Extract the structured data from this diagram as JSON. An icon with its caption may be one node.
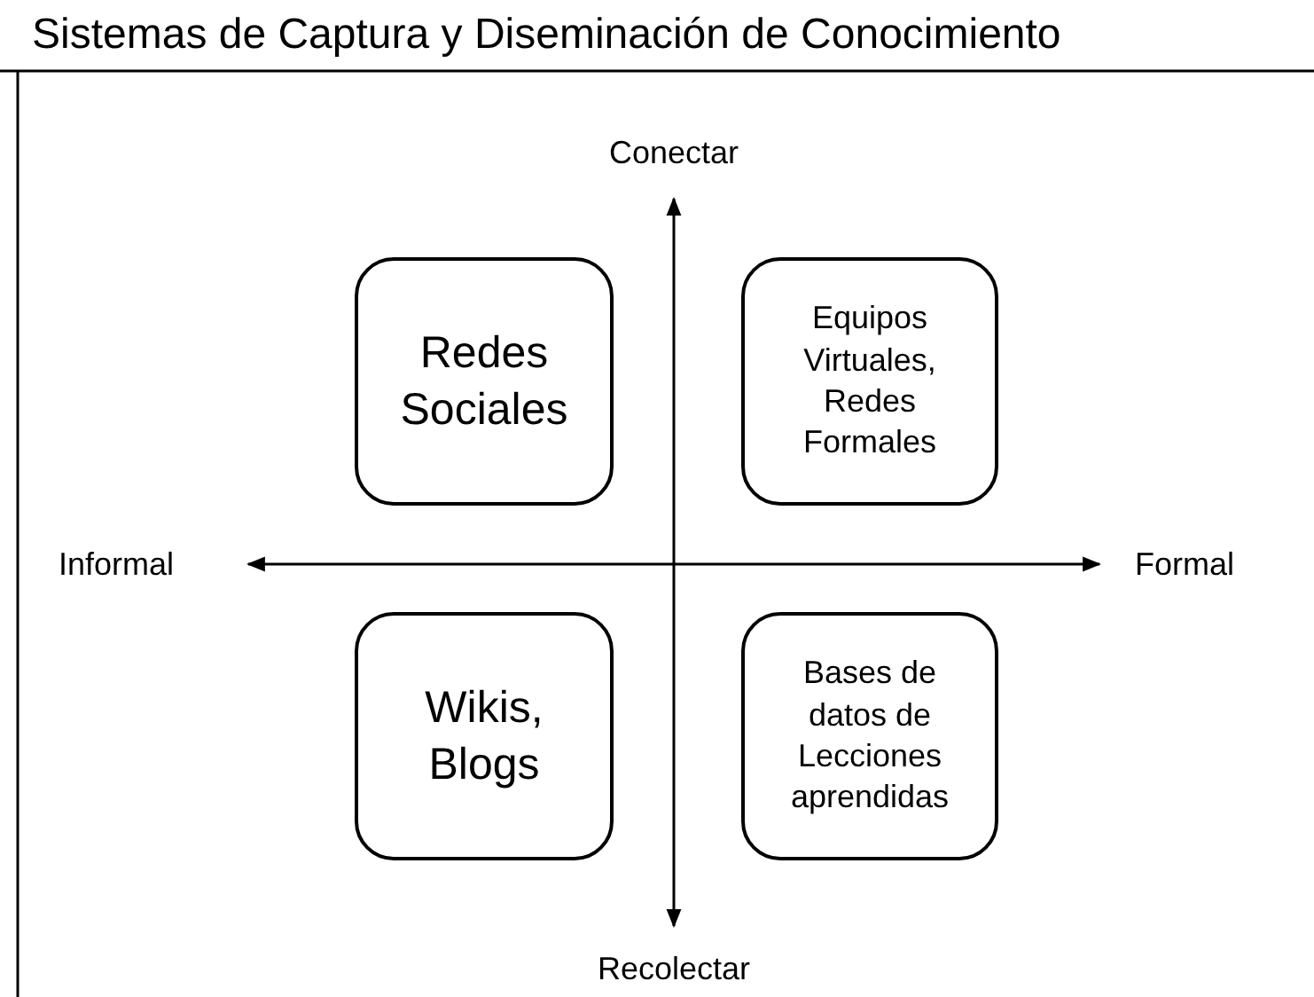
{
  "diagram": {
    "title": "Sistemas de Captura y Diseminación de Conocimiento",
    "nodes": [
      {
        "text": [
          "Redes Sociales"
        ]
      },
      {
        "text": [
          "Equipos Virtuales, Redes Formales"
        ]
      },
      {
        "text": [
          "Wikis, Blogs"
        ]
      },
      {
        "text": [
          "Bases de datos de Lecciones aprendidas"
        ]
      }
    ],
    "labels": [
      "Conectar",
      "Informal",
      "Formal",
      "Recolectar"
    ]
  }
}
